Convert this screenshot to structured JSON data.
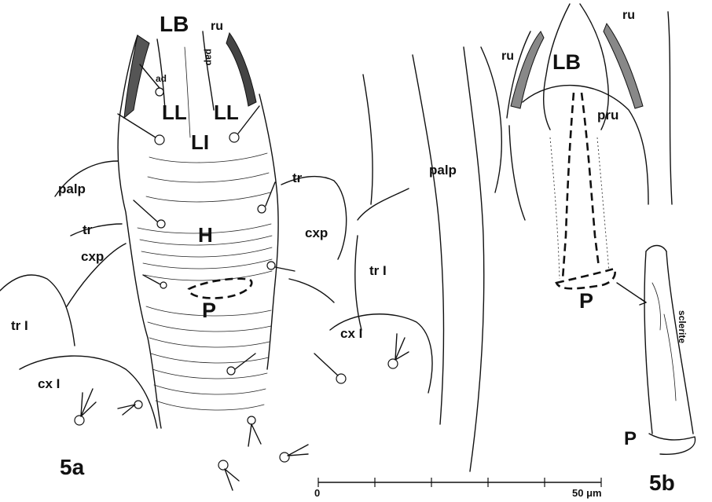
{
  "figure": {
    "panel_a": "5a",
    "panel_b": "5b"
  },
  "labels_a": {
    "lb": "LB",
    "ru": "ru",
    "ad": "ad",
    "pap": "pap",
    "ll_left": "LL",
    "ll_right": "LL",
    "li": "LI",
    "palp_left": "palp",
    "palp_right": "palp",
    "tr_left": "tr",
    "tr_right": "tr",
    "cxp_left": "cxp",
    "cxp_right": "cxp",
    "h": "H",
    "p": "P",
    "tr1_left": "tr I",
    "tr1_right": "tr I",
    "cx1_left": "cx I",
    "cx1_right": "cx I"
  },
  "labels_b": {
    "ru_left": "ru",
    "ru_right": "ru",
    "lb": "LB",
    "pru": "pru",
    "p": "P",
    "sclerite": "sclerite",
    "p_small": "P"
  },
  "scale_bar": {
    "start": "0",
    "end": "50 μm",
    "divisions": 5
  }
}
